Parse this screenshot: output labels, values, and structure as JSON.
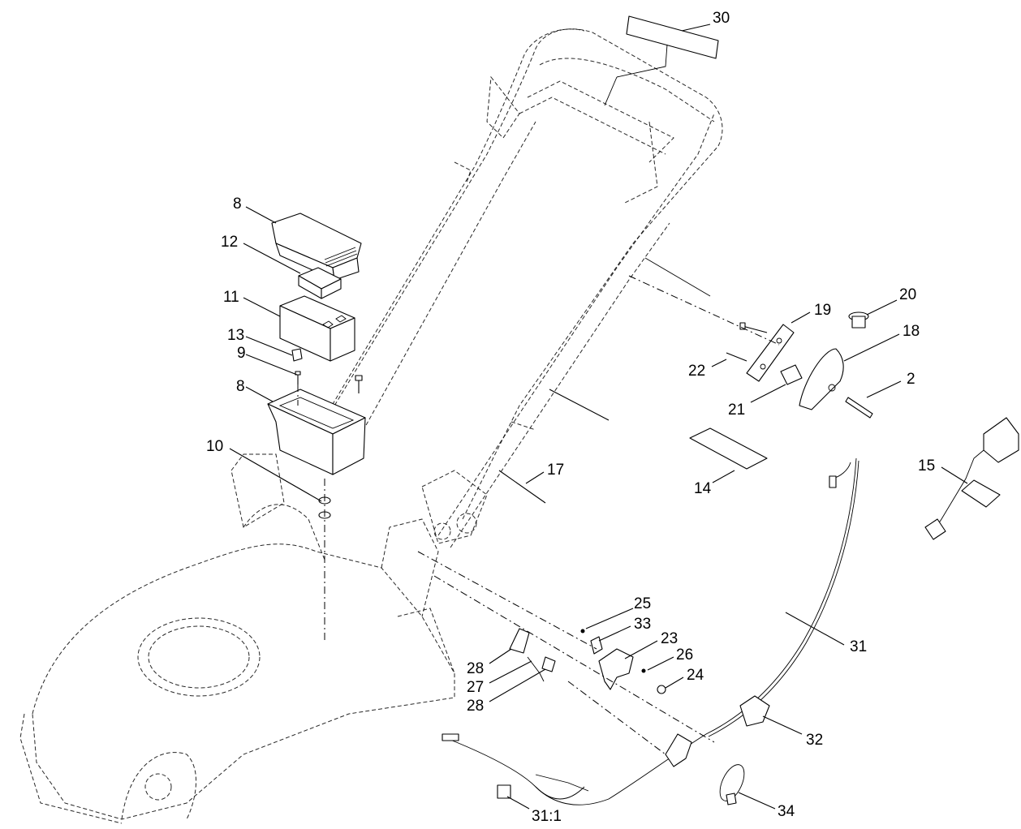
{
  "callouts": {
    "c30": "30",
    "c8a": "8",
    "c12": "12",
    "c11": "11",
    "c13": "13",
    "c9": "9",
    "c8b": "8",
    "c10": "10",
    "c19": "19",
    "c20": "20",
    "c18": "18",
    "c22": "22",
    "c21": "21",
    "c2": "2",
    "c14": "14",
    "c17": "17",
    "c15": "15",
    "c25": "25",
    "c33": "33",
    "c23": "23",
    "c26": "26",
    "c24": "24",
    "c28a": "28",
    "c27": "27",
    "c28b": "28",
    "c31": "31",
    "c32": "32",
    "c34": "34",
    "c31_1": "31:1"
  }
}
